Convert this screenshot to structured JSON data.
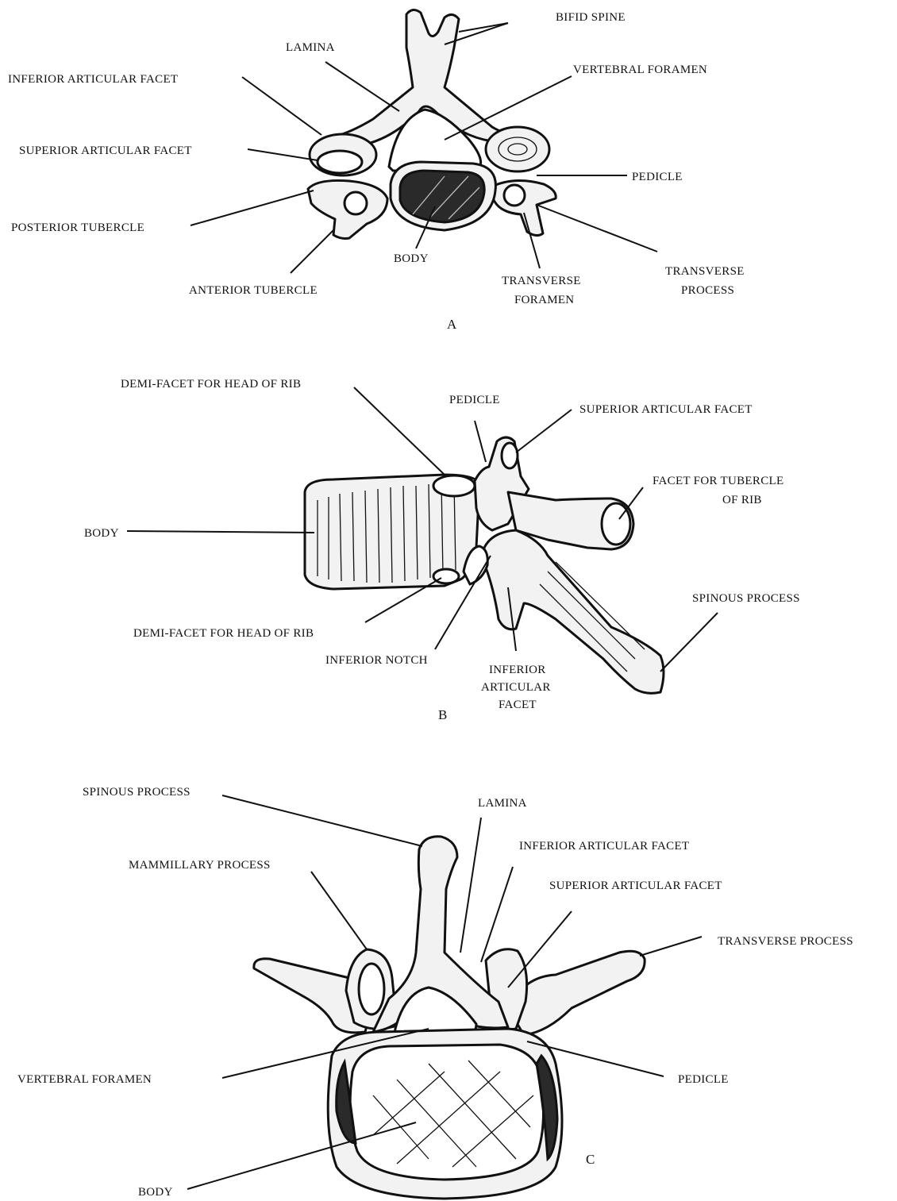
{
  "panels": [
    {
      "letter": "A",
      "labels": {
        "bifid_spine": "BIFID SPINE",
        "lamina": "LAMINA",
        "vertebral_foramen": "VERTEBRAL FORAMEN",
        "inferior_articular_facet": "INFERIOR ARTICULAR FACET",
        "superior_articular_facet": "SUPERIOR ARTICULAR FACET",
        "pedicle": "PEDICLE",
        "posterior_tubercle": "POSTERIOR TUBERCLE",
        "body": "BODY",
        "anterior_tubercle": "ANTERIOR TUBERCLE",
        "transverse_foramen_1": "TRANSVERSE",
        "transverse_foramen_2": "FORAMEN",
        "transverse_process_1": "TRANSVERSE",
        "transverse_process_2": "PROCESS"
      }
    },
    {
      "letter": "B",
      "labels": {
        "demi_facet_top": "DEMI-FACET FOR HEAD OF RIB",
        "pedicle": "PEDICLE",
        "superior_articular_facet": "SUPERIOR ARTICULAR FACET",
        "facet_tubercle_1": "FACET FOR TUBERCLE",
        "facet_tubercle_2": "OF RIB",
        "body": "BODY",
        "spinous_process": "SPINOUS PROCESS",
        "demi_facet_bottom": "DEMI-FACET FOR HEAD OF RIB",
        "inferior_notch": "INFERIOR NOTCH",
        "inferior_articular_facet_1": "INFERIOR",
        "inferior_articular_facet_2": "ARTICULAR",
        "inferior_articular_facet_3": "FACET"
      }
    },
    {
      "letter": "C",
      "labels": {
        "spinous_process": "SPINOUS PROCESS",
        "lamina": "LAMINA",
        "inferior_articular_facet": "INFERIOR ARTICULAR FACET",
        "mammillary_process": "MAMMILLARY PROCESS",
        "superior_articular_facet": "SUPERIOR ARTICULAR FACET",
        "transverse_process": "TRANSVERSE PROCESS",
        "vertebral_foramen": "VERTEBRAL FORAMEN",
        "pedicle": "PEDICLE",
        "body": "BODY"
      }
    }
  ]
}
